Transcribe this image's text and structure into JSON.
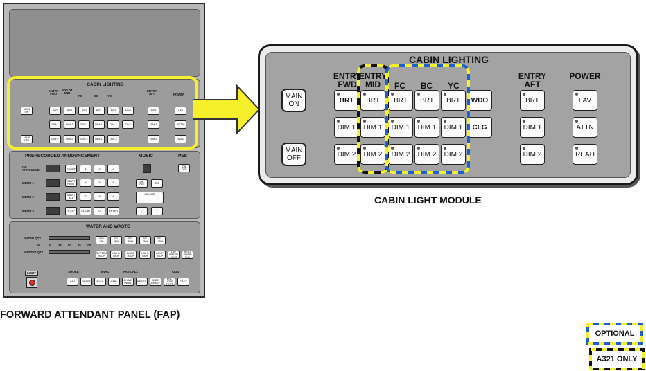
{
  "fap": {
    "caption": "FORWARD ATTENDANT PANEL (FAP)",
    "cabin_lighting": {
      "title": "CABIN LIGHTING",
      "headers": {
        "entry_fwd": "ENTRY\nFWD",
        "entry_mid": "ENTRY\nMID",
        "fc": "FC",
        "bc": "BC",
        "yc": "YC",
        "entry_aft": "ENTRY\nAFT",
        "power": "POWER"
      },
      "main_on": "MAIN\nON",
      "main_off": "MAIN\nOFF",
      "row1": [
        "BRT",
        "BRT",
        "BRT",
        "BRT",
        "BRT",
        "WDO",
        "BRT",
        "LAV"
      ],
      "row2": [
        "DIM 1",
        "DIM 1",
        "DIM 1",
        "DIM 1",
        "DIM 1",
        "CLG",
        "DIM 1",
        "ATTN"
      ],
      "row3": [
        "DIM 2",
        "DIM 2",
        "DIM 2",
        "DIM 2",
        "DIM 2",
        "DIM 2",
        "READ"
      ]
    },
    "announcement": {
      "title": "PRERECORDED  ANNOUNCEMENT",
      "music_title": "MUSIC",
      "pes_title": "PES",
      "rows": [
        "ON\nANNOUNCE",
        "MEMO 1",
        "MEMO 2",
        "MEMO 3"
      ],
      "left_buttons": [
        "READY",
        "START\nNEXT",
        "START\nALL",
        "STOP"
      ],
      "keypad": [
        "1",
        "2",
        "3",
        "4",
        "5",
        "6",
        "7",
        "8",
        "9",
        "CLEAR",
        "0",
        "ENTER"
      ],
      "music_on_off": "ON\nOFF",
      "music_sel": "SEL",
      "volume": "VOLUME",
      "minus": "-",
      "plus": "+",
      "pes_on_off": "ON\nOFF"
    },
    "water": {
      "title": "WATER AND WASTE",
      "water_qty": "WATER QTY",
      "percent": "%",
      "scale": [
        "0",
        "25",
        "50",
        "75",
        "100"
      ],
      "wasted_qty": "WASTED QTY",
      "top_buttons": [
        "IND\nON",
        "SEL\n25%",
        "SEL\n50%",
        "SEL\n75%",
        "SEL\n100%"
      ],
      "bottom_buttons": [
        "SYSTEM\nINOP",
        "LAV A\nINOP",
        "LAV D\nINOP",
        "LAV E\nINOP",
        "LAV F\nINOP",
        "LAV\nWATER\nHEAT",
        "HEAT\nDRAIN\nPNL"
      ]
    },
    "bottom": {
      "light": "LIGHT",
      "smoke": "SMOKE",
      "evac": "EVAC",
      "pax_call": "PAX  CALL",
      "cids": "CIDS",
      "buttons": [
        "LAV",
        "RESET",
        "EVAC",
        "CMD",
        "CHIME\nINHIB",
        "RESET",
        "CABIN\nREADY",
        "PNL\nLIGHT\nTEST",
        "CAUT"
      ]
    }
  },
  "clm": {
    "title": "CABIN LIGHTING",
    "caption": "CABIN LIGHT MODULE",
    "headers": {
      "entry_fwd": "ENTRY\nFWD",
      "entry_mid": "ENTRY\nMID",
      "fc": "FC",
      "bc": "BC",
      "yc": "YC",
      "entry_aft": "ENTRY\nAFT",
      "power": "POWER"
    },
    "main_on": "MAIN\nON",
    "main_off": "MAIN\nOFF",
    "entry_fwd": [
      "BRT",
      "DIM 1",
      "DIM 2"
    ],
    "entry_mid": [
      "BRT",
      "DIM 1",
      "DIM 2"
    ],
    "fc": [
      "BRT",
      "DIM 1",
      "DIM 2"
    ],
    "bc": [
      "BRT",
      "DIM 1",
      "DIM 2"
    ],
    "yc": [
      "BRT",
      "DIM 1",
      "DIM 2"
    ],
    "wdo": "WDO",
    "clg": "CLG",
    "entry_aft": [
      "BRT",
      "DIM 1",
      "DIM 2"
    ],
    "power": [
      "LAV",
      "ATTN",
      "READ"
    ]
  },
  "legend": {
    "optional": "OPTIONAL",
    "a321_only": "A321 ONLY"
  },
  "colors": {
    "highlight_yellow": "#f5ef2c",
    "optional_blue": "#1a5fd6",
    "a321_black": "#111111"
  }
}
